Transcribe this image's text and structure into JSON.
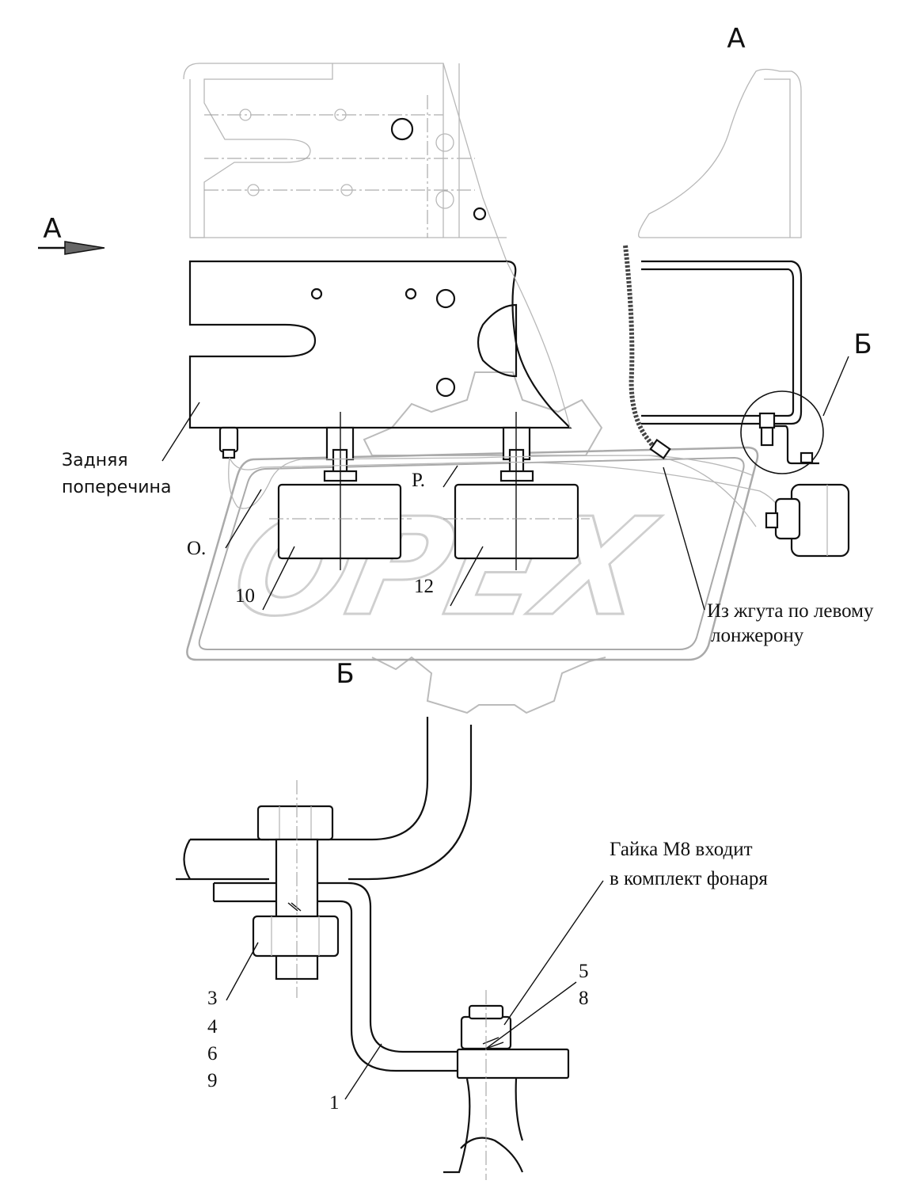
{
  "view_labels": {
    "view_a_top": "А",
    "view_a_arrow": "А",
    "view_b_right": "Б",
    "view_b_bottom": "Б"
  },
  "callouts": {
    "rear_crossmember_line1": "Задняя",
    "rear_crossmember_line2": "поперечина",
    "harness_line1": "Из жгута по левому",
    "harness_line2": "лонжерону",
    "nut_note_line1": "Гайка М8 входит",
    "nut_note_line2": "в комплект фонаря"
  },
  "wire_marks": {
    "o": "О.",
    "r": "Р."
  },
  "positions": {
    "p10": "10",
    "p12": "12",
    "p1": "1",
    "p3": "3",
    "p4": "4",
    "p6": "6",
    "p9": "9",
    "p5": "5",
    "p8": "8"
  },
  "watermark": {
    "text": "OPEX",
    "color": "#cfcfcf"
  }
}
